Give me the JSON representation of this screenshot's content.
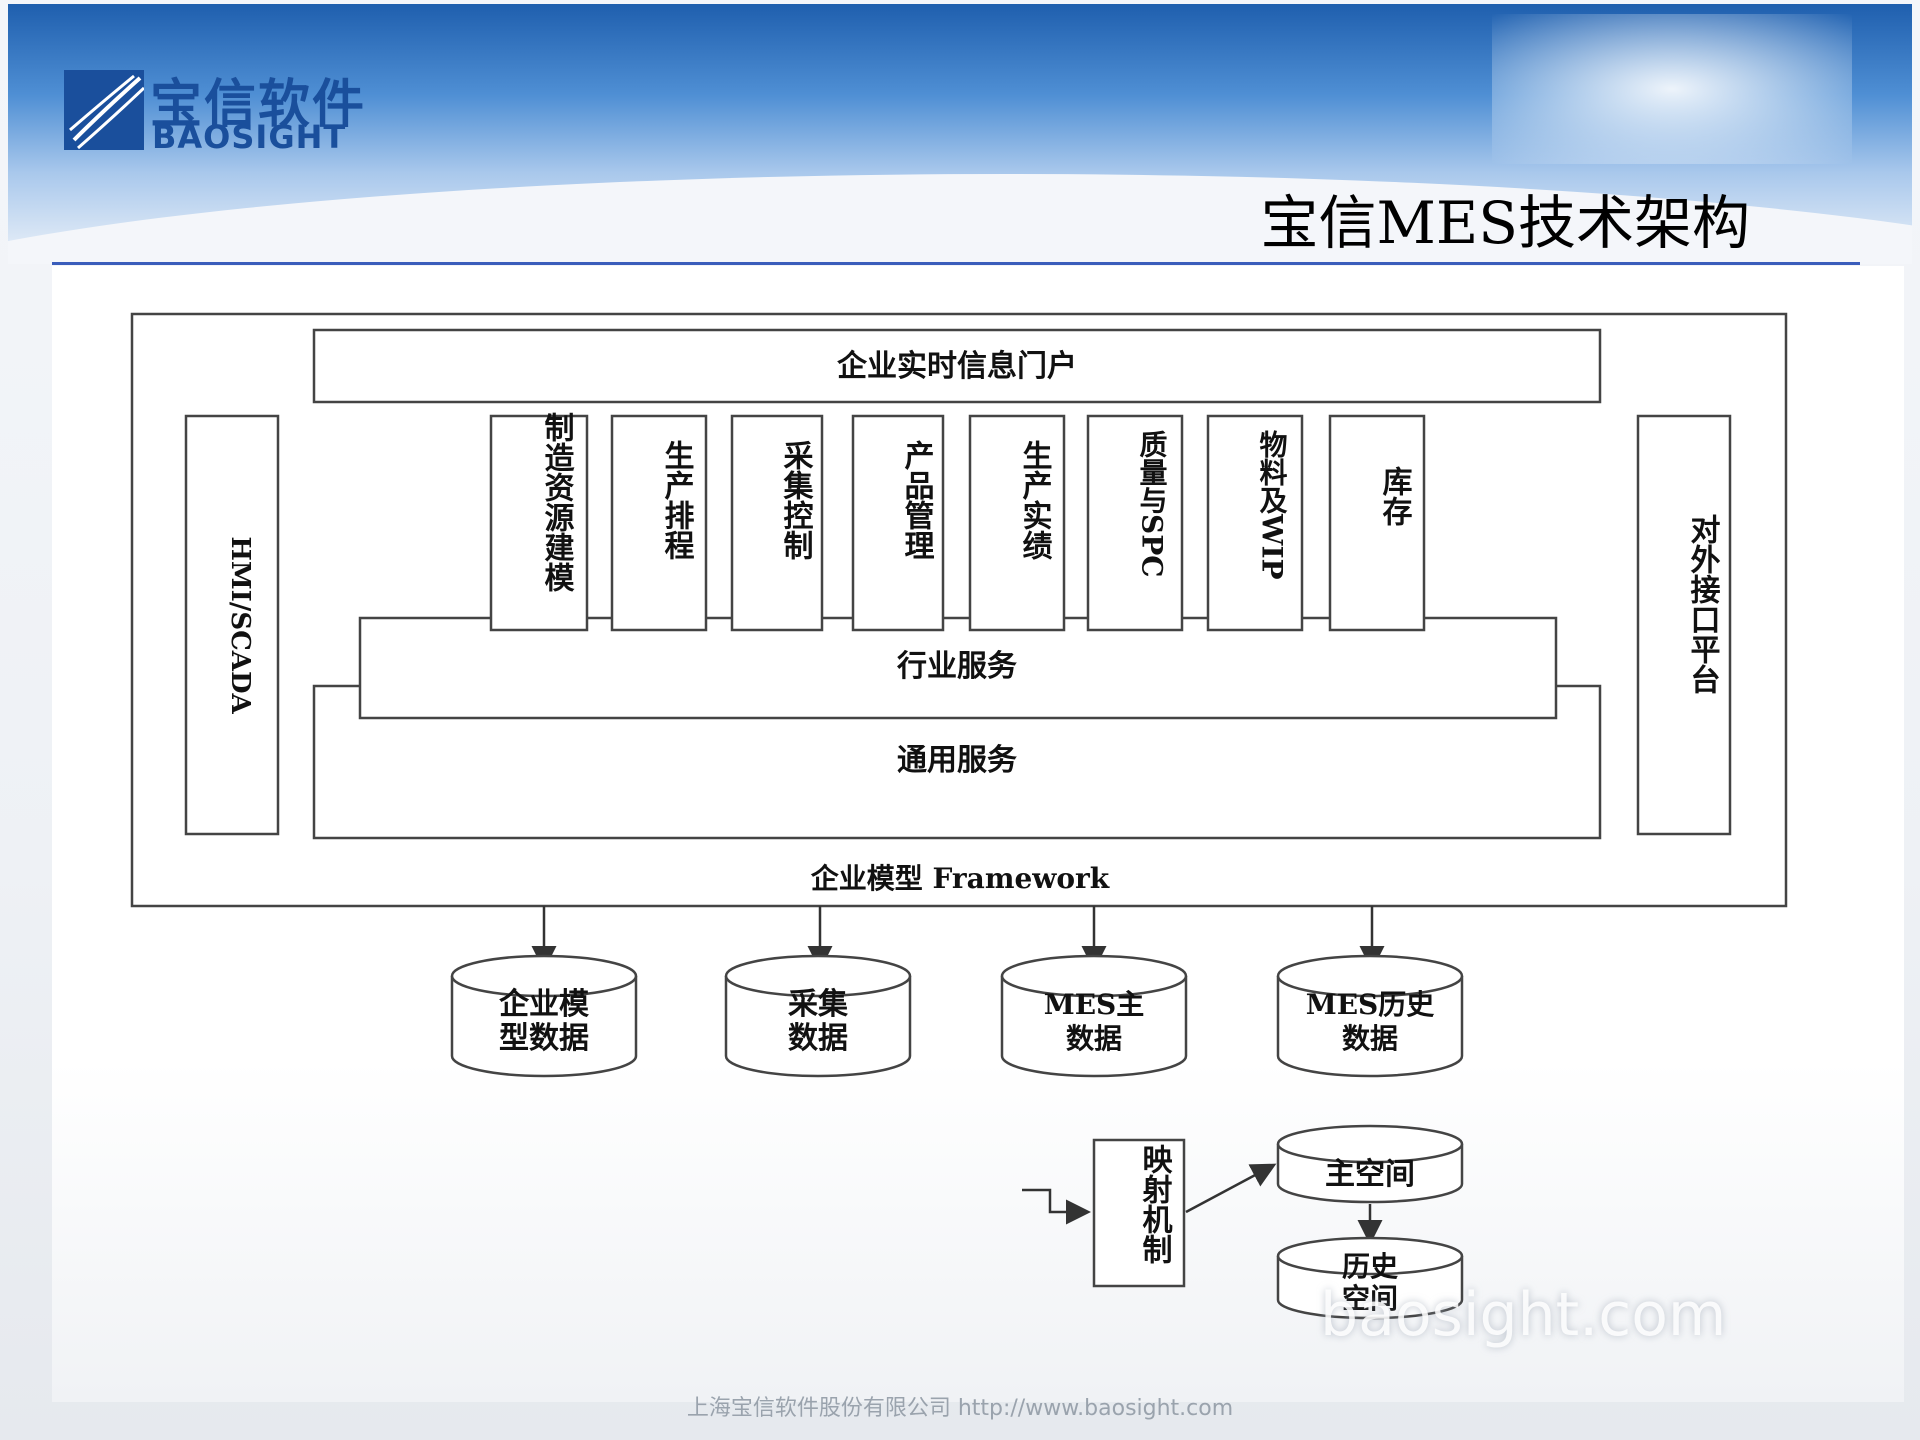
{
  "header": {
    "logo_cn": "宝信软件",
    "logo_en": "BAOSIGHT",
    "title": "宝信MES技术架构"
  },
  "diagram": {
    "portal": "企业实时信息门户",
    "left_side": "HMI/SCADA",
    "right_side": "对外接口平台",
    "modules": [
      "制造资源建模",
      "生产排程",
      "采集控制",
      "产品管理",
      "生产实绩",
      "质量与SPC",
      "物料及WIP",
      "库存"
    ],
    "industry_service": "行业服务",
    "common_service": "通用服务",
    "framework": "企业模型 Framework",
    "databases": [
      {
        "line1": "企业模",
        "line2": "型数据"
      },
      {
        "line1": "采集",
        "line2": "数据"
      },
      {
        "line1": "MES主",
        "line2": "数据"
      },
      {
        "line1": "MES历史",
        "line2": "数据"
      }
    ],
    "mapping": "映射机制",
    "main_space": "主空间",
    "history_space": {
      "line1": "历史",
      "line2": "空间"
    }
  },
  "watermark": "baosight.com",
  "footer": "上海宝信软件股份有限公司 http://www.baosight.com"
}
